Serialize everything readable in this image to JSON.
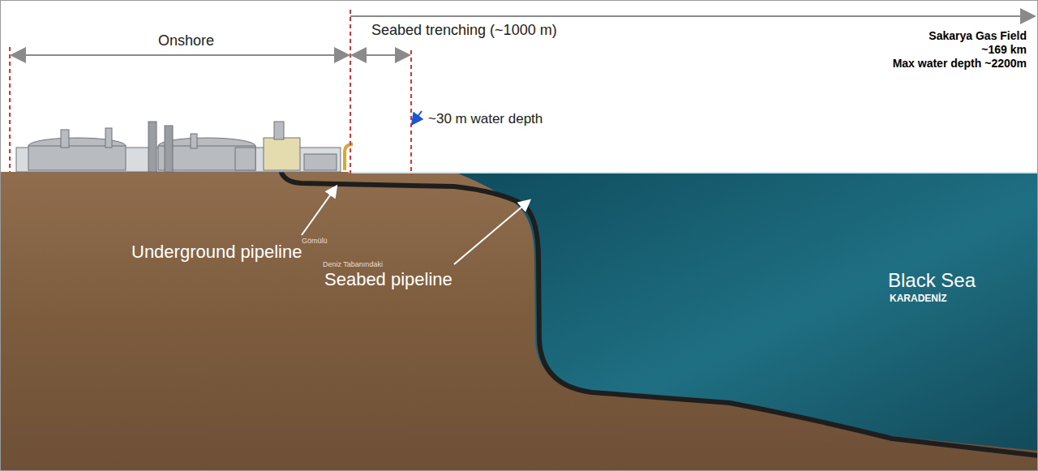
{
  "diagram": {
    "labels": [
      "Onshore",
      "Seabed trenching (~1000 m)",
      "Sakarya Gas Field",
      "~169 km",
      "Max water depth ~2200m",
      "~30 m water depth",
      "Gömülü",
      "Underground pipeline",
      "Deniz Tabanındaki",
      "Seabed pipeline",
      "Black Sea",
      "KARADENİZ"
    ]
  }
}
